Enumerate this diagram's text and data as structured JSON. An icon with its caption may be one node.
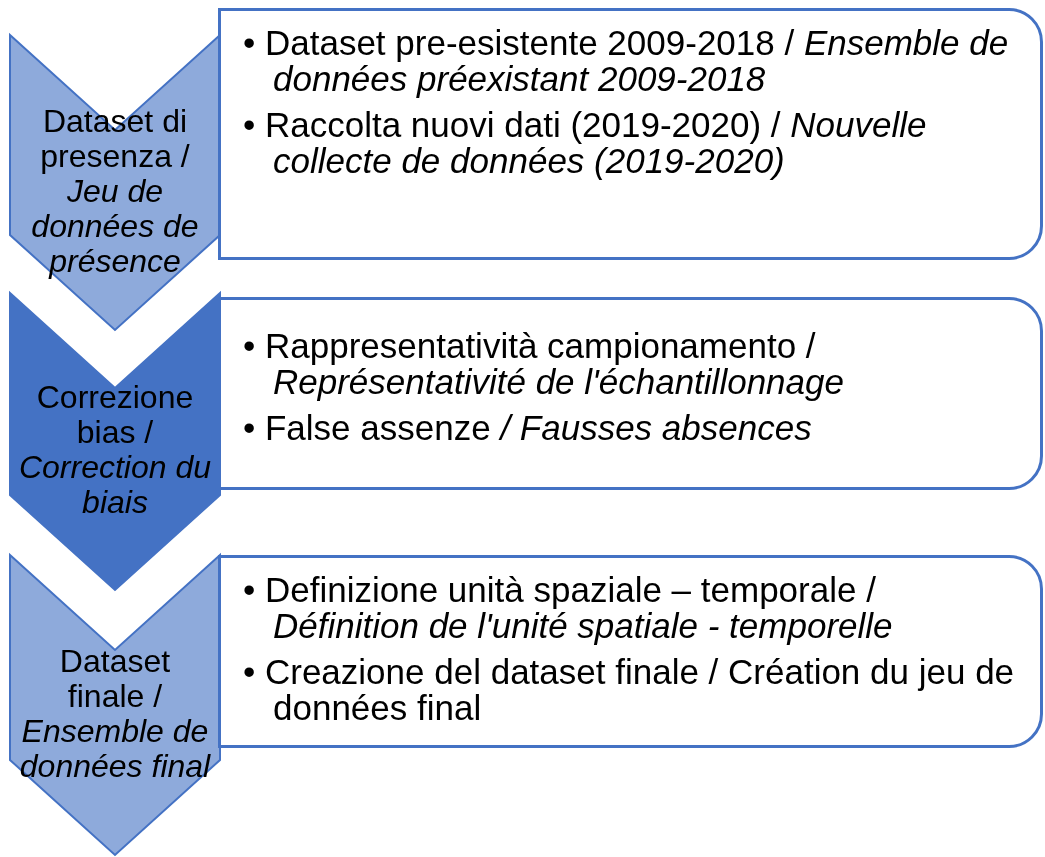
{
  "diagram": {
    "nodes": [
      {
        "text": [
          "Dataset di presenza / *Jeu de données de présence*"
        ]
      },
      {
        "text": [
          "• Dataset pre-esistente 2009-2018 / *Ensemble de données préexistant 2009-2018*",
          "• Raccolta nuovi dati (2019-2020) / *Nouvelle collecte de données (2019-2020)*"
        ]
      },
      {
        "text": [
          "Correzione bias / *Correction du biais*"
        ]
      },
      {
        "text": [
          "• Rappresentatività campionamento / *Représentativité de l'échantillonnage*",
          "• False assenze */ Fausses absences*"
        ]
      },
      {
        "text": [
          "Dataset finale / *Ensemble de données final*"
        ]
      },
      {
        "text": [
          "• Definizione unità spaziale – temporale / *Définition de l'unité spatiale - temporelle*",
          "• Creazione del dataset finale / Création du jeu de données final"
        ]
      }
    ]
  }
}
